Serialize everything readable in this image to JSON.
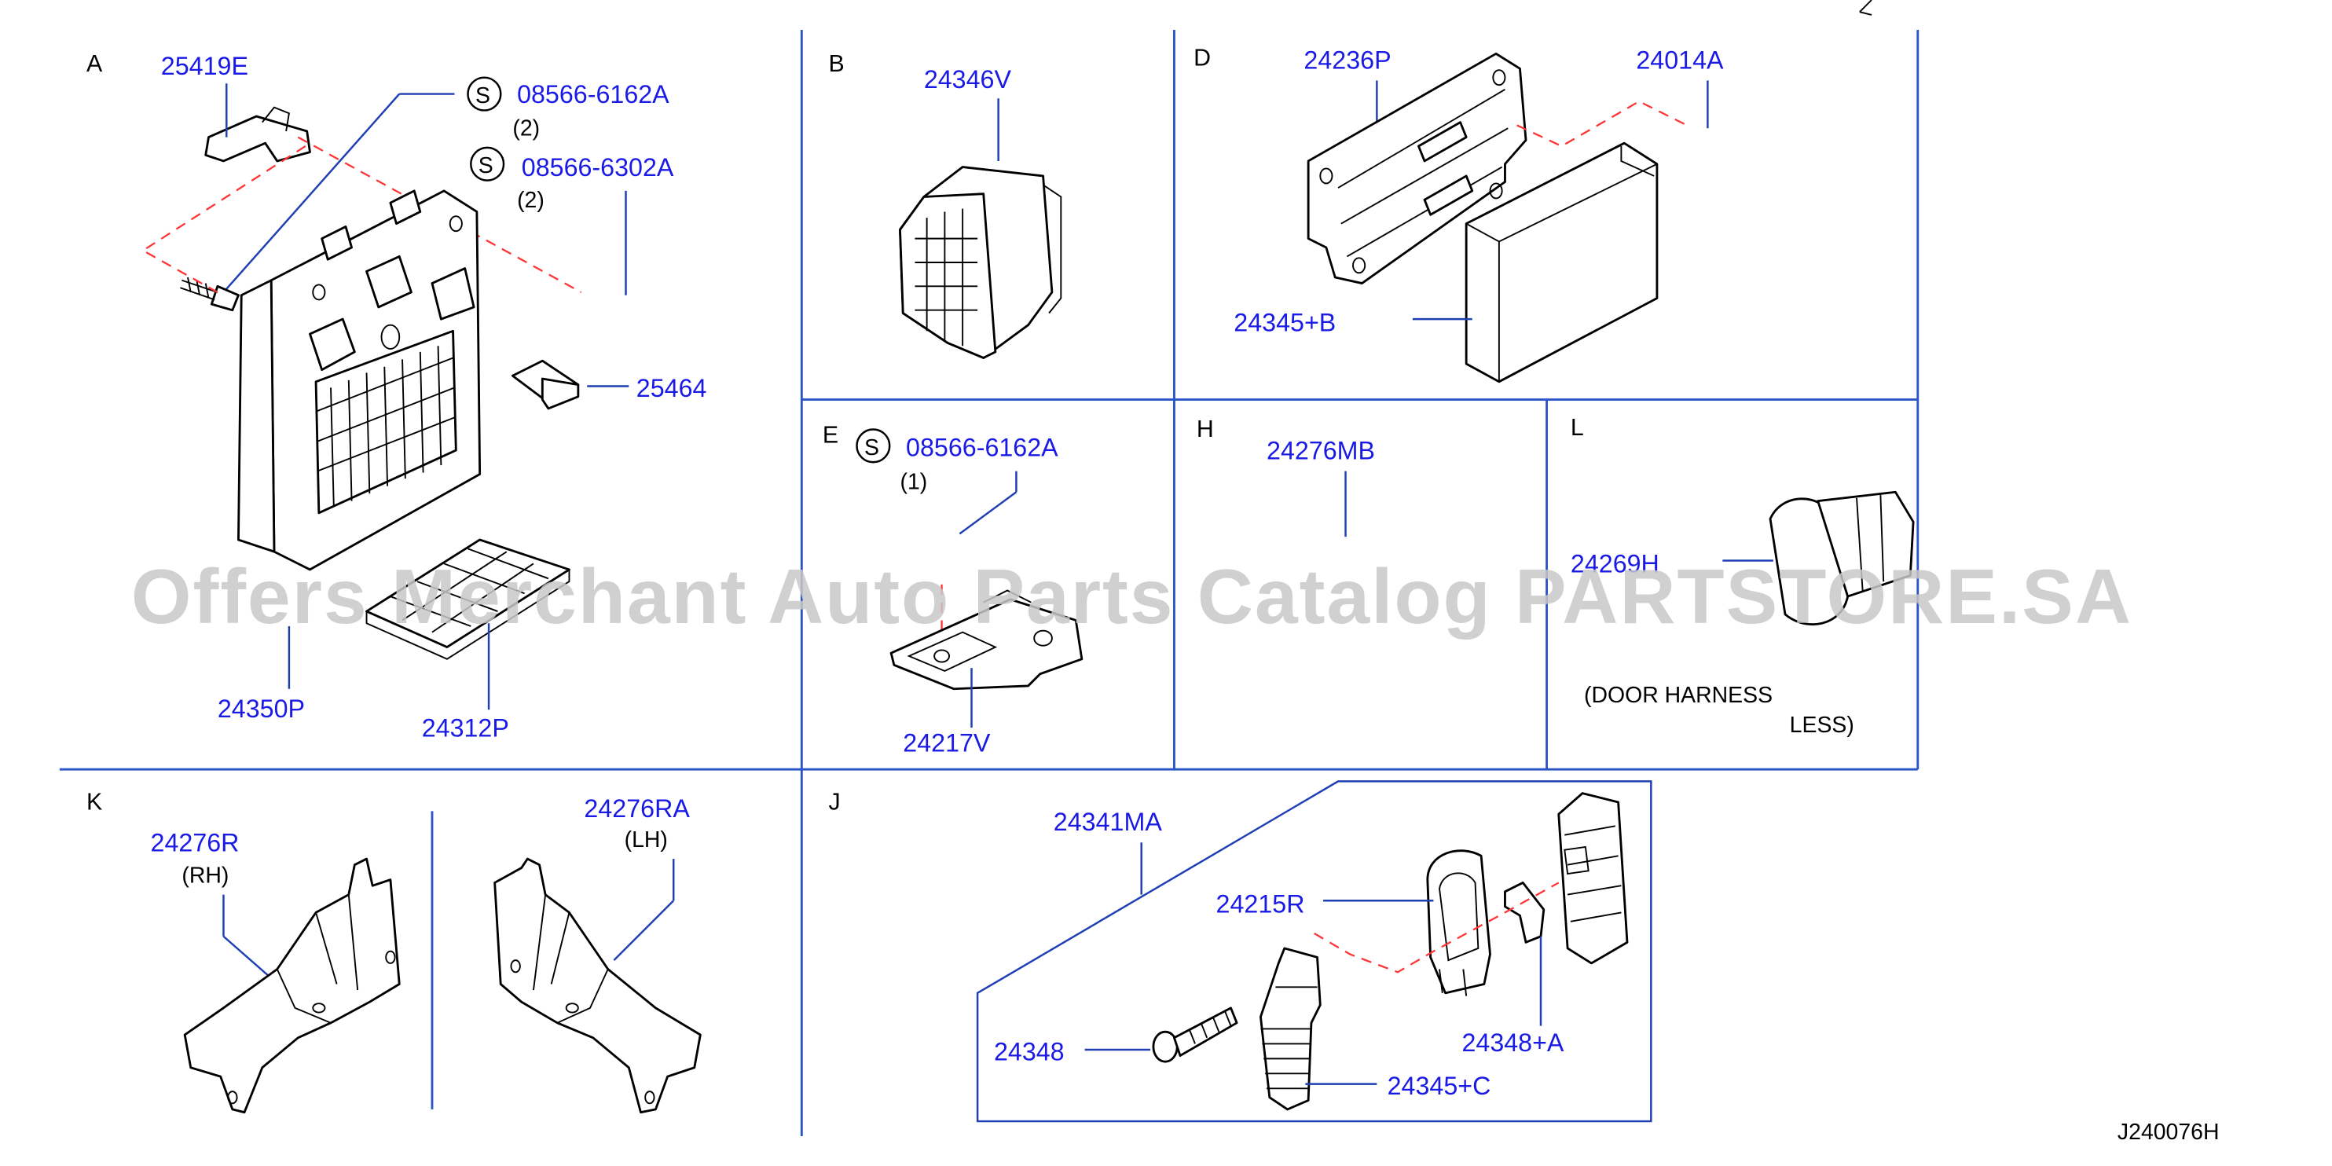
{
  "sections": {
    "A": {
      "letter": "A",
      "parts": {
        "p25419E": "25419E",
        "p08566_6162A": "08566-6162A",
        "q1": "(2)",
        "p08566_6302A": "08566-6302A",
        "q2": "(2)",
        "p25464": "25464",
        "p24350P": "24350P",
        "p24312P": "24312P"
      }
    },
    "B": {
      "letter": "B",
      "parts": {
        "p24346V": "24346V"
      }
    },
    "D": {
      "letter": "D",
      "parts": {
        "p24236P": "24236P",
        "p24014A": "24014A",
        "p24345B": "24345+B"
      }
    },
    "E": {
      "letter": "E",
      "parts": {
        "p08566_6162A": "08566-6162A",
        "q": "(1)",
        "p24217V": "24217V"
      }
    },
    "H": {
      "letter": "H",
      "parts": {
        "p24276MB": "24276MB"
      }
    },
    "L": {
      "letter": "L",
      "parts": {
        "p24269H": "24269H"
      },
      "note_line1": "(DOOR   HARNESS",
      "note_line2": "LESS)"
    },
    "K": {
      "letter": "K",
      "parts": {
        "p24276R": "24276R",
        "rh": "(RH)",
        "p24276RA": "24276RA",
        "lh": "(LH)"
      }
    },
    "J": {
      "letter": "J",
      "parts": {
        "p24341MA": "24341MA",
        "p24215R": "24215R",
        "p24348": "24348",
        "p24348A": "24348+A",
        "p24345C": "24345+C"
      }
    }
  },
  "symbol_s": "S",
  "drawing_code": "J240076H",
  "watermark": "Offers Merchant Auto Parts Catalog PARTSTORE.SA",
  "colors": {
    "part_number": "#1a1ae6",
    "divider": "#2a55c8",
    "exploded_line": "#ff3333"
  }
}
